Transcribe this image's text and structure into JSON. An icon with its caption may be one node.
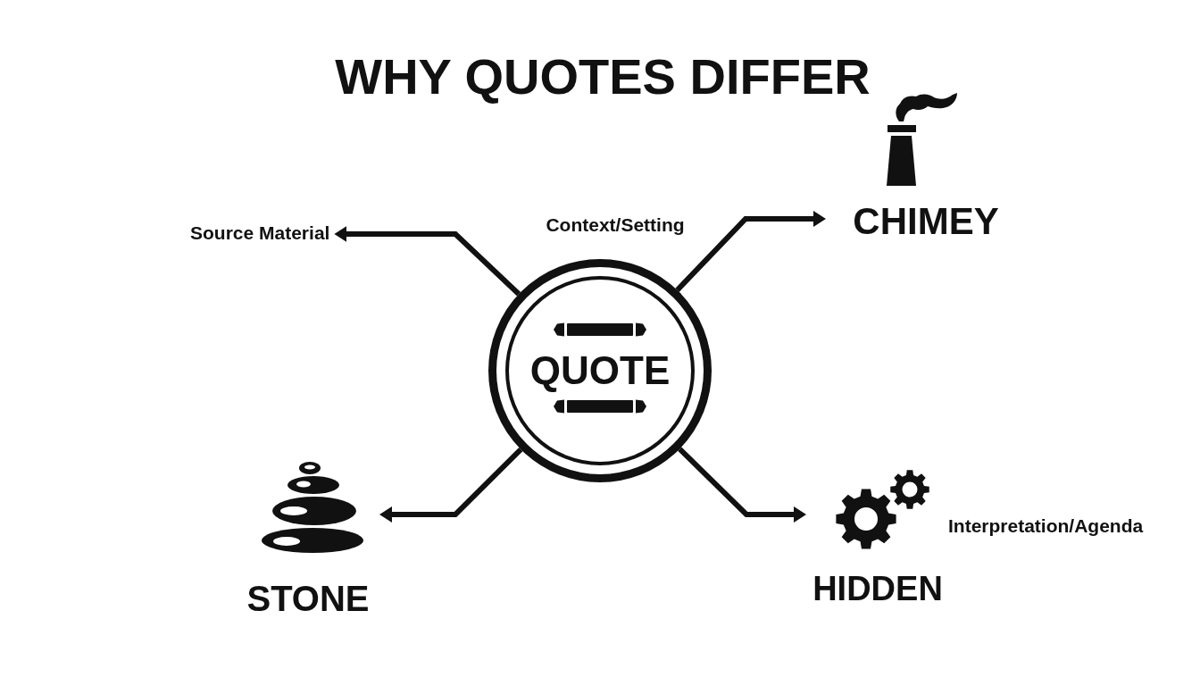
{
  "diagram": {
    "title": "WHY QUOTES DIFFER",
    "nodes": [
      {
        "text": [
          "Source Material"
        ]
      },
      {
        "text": [
          "CHIMEY"
        ]
      },
      {
        "text": [
          "QUOTE"
        ]
      },
      {
        "text": [
          "STONE"
        ]
      },
      {
        "text": [
          "HIDDEN"
        ],
        "beside": [
          "Interpretation/Agenda"
        ]
      }
    ],
    "edges": [
      {
        "from": 2,
        "to": 0,
        "arrow": "to"
      },
      {
        "from": 2,
        "to": 1,
        "arrow": "to"
      },
      {
        "from": 2,
        "to": 3,
        "arrow": "to"
      },
      {
        "from": 2,
        "to": 4,
        "arrow": "to"
      }
    ],
    "labels": [
      "Context/Setting"
    ]
  }
}
